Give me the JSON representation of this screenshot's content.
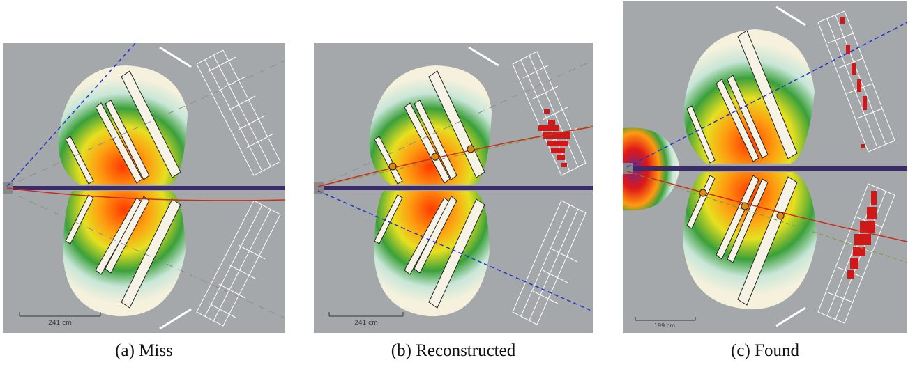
{
  "figure": {
    "panels": [
      {
        "caption": "(a) Miss",
        "scale_label": "241 cm"
      },
      {
        "caption": "(b) Reconstructed",
        "scale_label": "241 cm"
      },
      {
        "caption": "(c) Found",
        "scale_label": "199 cm"
      }
    ]
  },
  "colors": {
    "background_gray": "#a4a8ab",
    "track_red": "#cc2a1a",
    "beam_purple": "#3a2a6e",
    "ray_blue": "#2233cc",
    "hit_red": "#d01818",
    "vertex_orange": "#e08a10"
  }
}
